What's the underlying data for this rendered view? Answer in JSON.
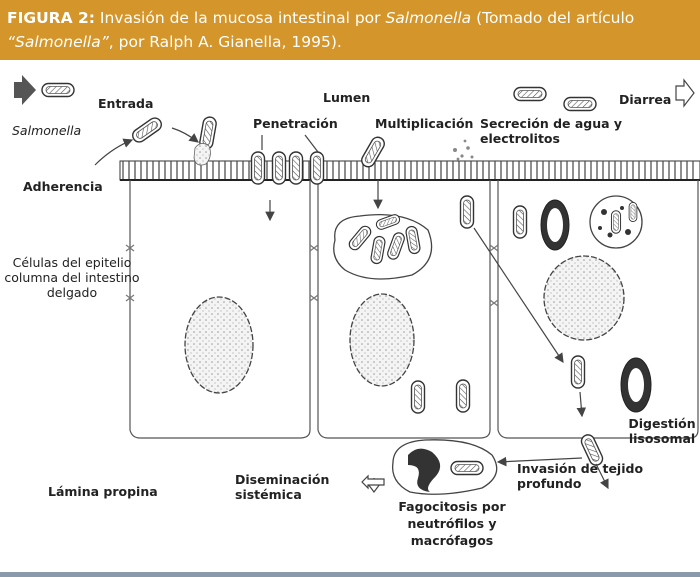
{
  "header": {
    "figure_label": "FIGURA 2:",
    "title_part1": " Invasión de la mucosa intestinal por ",
    "title_italic1": "Salmonella",
    "title_part2": " (Tomado del artículo ",
    "title_italic2": "“Salmonella”",
    "title_part3": ", por Ralph A. Gianella, 1995)."
  },
  "labels": {
    "salmonella": "Salmonella",
    "entrada": "Entrada",
    "lumen": "Lumen",
    "diarrea": "Diarrea",
    "penetracion": "Penetración",
    "multiplicacion": "Multiplicación",
    "secrecion": "Secreción de agua y electrolitos",
    "adherencia": "Adherencia",
    "celulas_line1": "Células del epitelio",
    "celulas_line2": "columna del intestino",
    "celulas_line3": "delgado",
    "digestion_line1": "Digestión",
    "digestion_line2": "lisosomal",
    "invasion": "Invasión de tejido profundo",
    "lamina": "Lámina propina",
    "diseminacion_line1": "Diseminación",
    "diseminacion_line2": "sistémica",
    "fagocitosis_line1": "Fagocitosis por",
    "fagocitosis_line2": "neutrófilos y",
    "fagocitosis_line3": "macrófagos"
  },
  "colors": {
    "header_bg": "#d4952a",
    "footer_bg": "#8a9aaa",
    "line": "#444444"
  }
}
